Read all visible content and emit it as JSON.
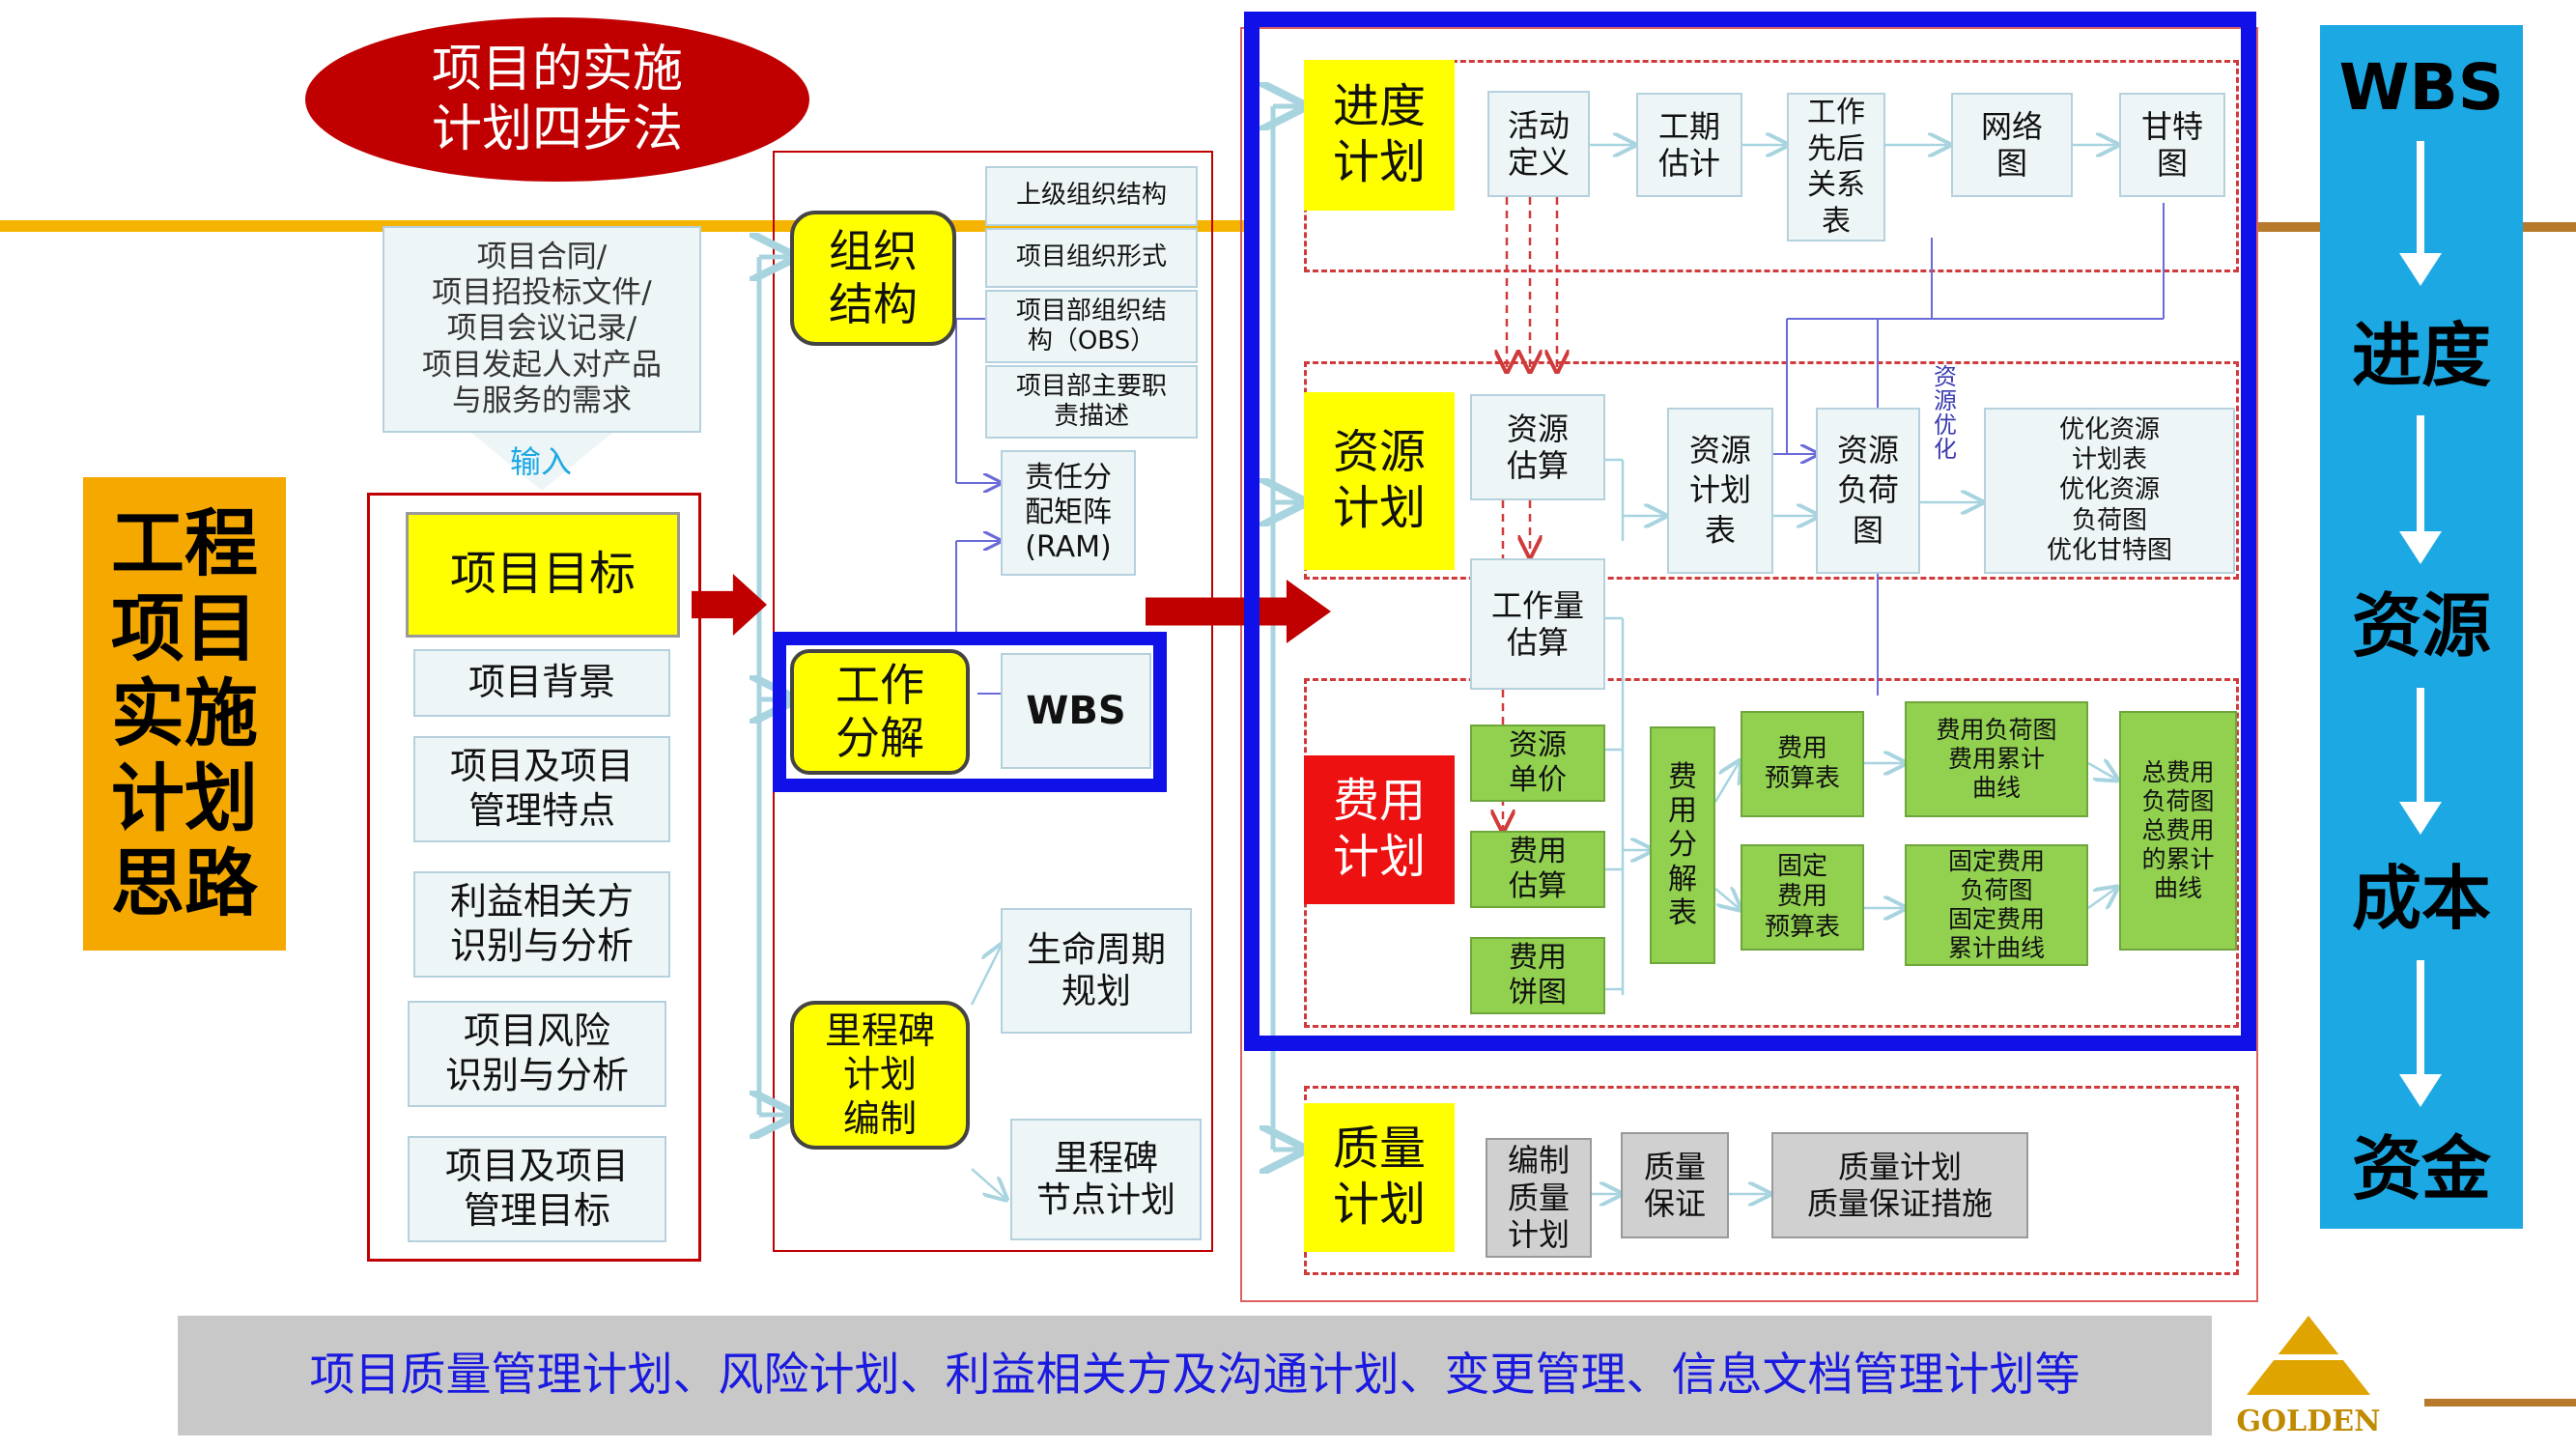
{
  "title": "项目的实施\n计划四步法",
  "left_title": "工程\n项目\n实施\n计划\n思路",
  "input_box": "项目合同/\n项目招投标文件/\n项目会议记录/\n项目发起人对产品\n与服务的需求",
  "input_label": "输入",
  "goals": {
    "main": "项目目标",
    "items": [
      "项目背景",
      "项目及项目\n管理特点",
      "利益相关方\n识别与分析",
      "项目风险\n识别与分析",
      "项目及项目\n管理目标"
    ]
  },
  "col2": {
    "org": "组织\n结构",
    "wbs_step": "工作\n分解",
    "milestone": "里程碑\n计划\n编制",
    "org_items": [
      "上级组织结构",
      "项目组织形式",
      "项目部组织结\n构（OBS）",
      "项目部主要职\n责描述"
    ],
    "ram": "责任分\n配矩阵\n(RAM)",
    "wbs": "WBS",
    "life_cycle": "生命周期\n规划",
    "milestone_plan": "里程碑\n节点计划"
  },
  "schedule": {
    "label": "进度\n计划",
    "items": [
      "活动\n定义",
      "工期\n估计",
      "工作\n先后\n关系\n表",
      "网络\n图",
      "甘特\n图"
    ]
  },
  "resource": {
    "label": "资源\n计划",
    "estimate": "资源\n估算",
    "plan_table": "资源\n计划\n表",
    "load_chart": "资源\n负荷\n图",
    "optimize_label": "资\n源\n优\n化",
    "optimized": "优化资源\n计划表\n优化资源\n负荷图\n优化甘特图",
    "workload": "工作量\n估算"
  },
  "cost": {
    "label": "费用\n计划",
    "unit_price": "资源\n单价",
    "estimate": "费用\n估算",
    "pie": "费用\n饼图",
    "breakdown": "费\n用\n分\n解\n表",
    "budget": "费用\n预算表",
    "fixed_budget": "固定\n费用\n预算表",
    "load_curve": "费用负荷图\n费用累计\n曲线",
    "fixed_curve": "固定费用\n负荷图\n固定费用\n累计曲线",
    "total": "总费用\n负荷图\n总费用\n的累计\n曲线"
  },
  "quality": {
    "label": "质量\n计划",
    "items": [
      "编制\n质量\n计划",
      "质量\n保证",
      "质量计划\n质量保证措施"
    ]
  },
  "right_sequence": [
    "WBS",
    "进度",
    "资源",
    "成本",
    "资金"
  ],
  "bottom_bar": "项目质量管理计划、风险计划、利益相关方及沟通计划、变更管理、信息文档管理计划等",
  "logo_text": "GOLDEN",
  "colors": {
    "accent_red": "#c00000",
    "accent_blue": "#1010e8",
    "cyan": "#1ca8e3",
    "yellow": "#ffff00",
    "green": "#92d050",
    "orange": "#f5a800",
    "gold": "#e0a400"
  }
}
